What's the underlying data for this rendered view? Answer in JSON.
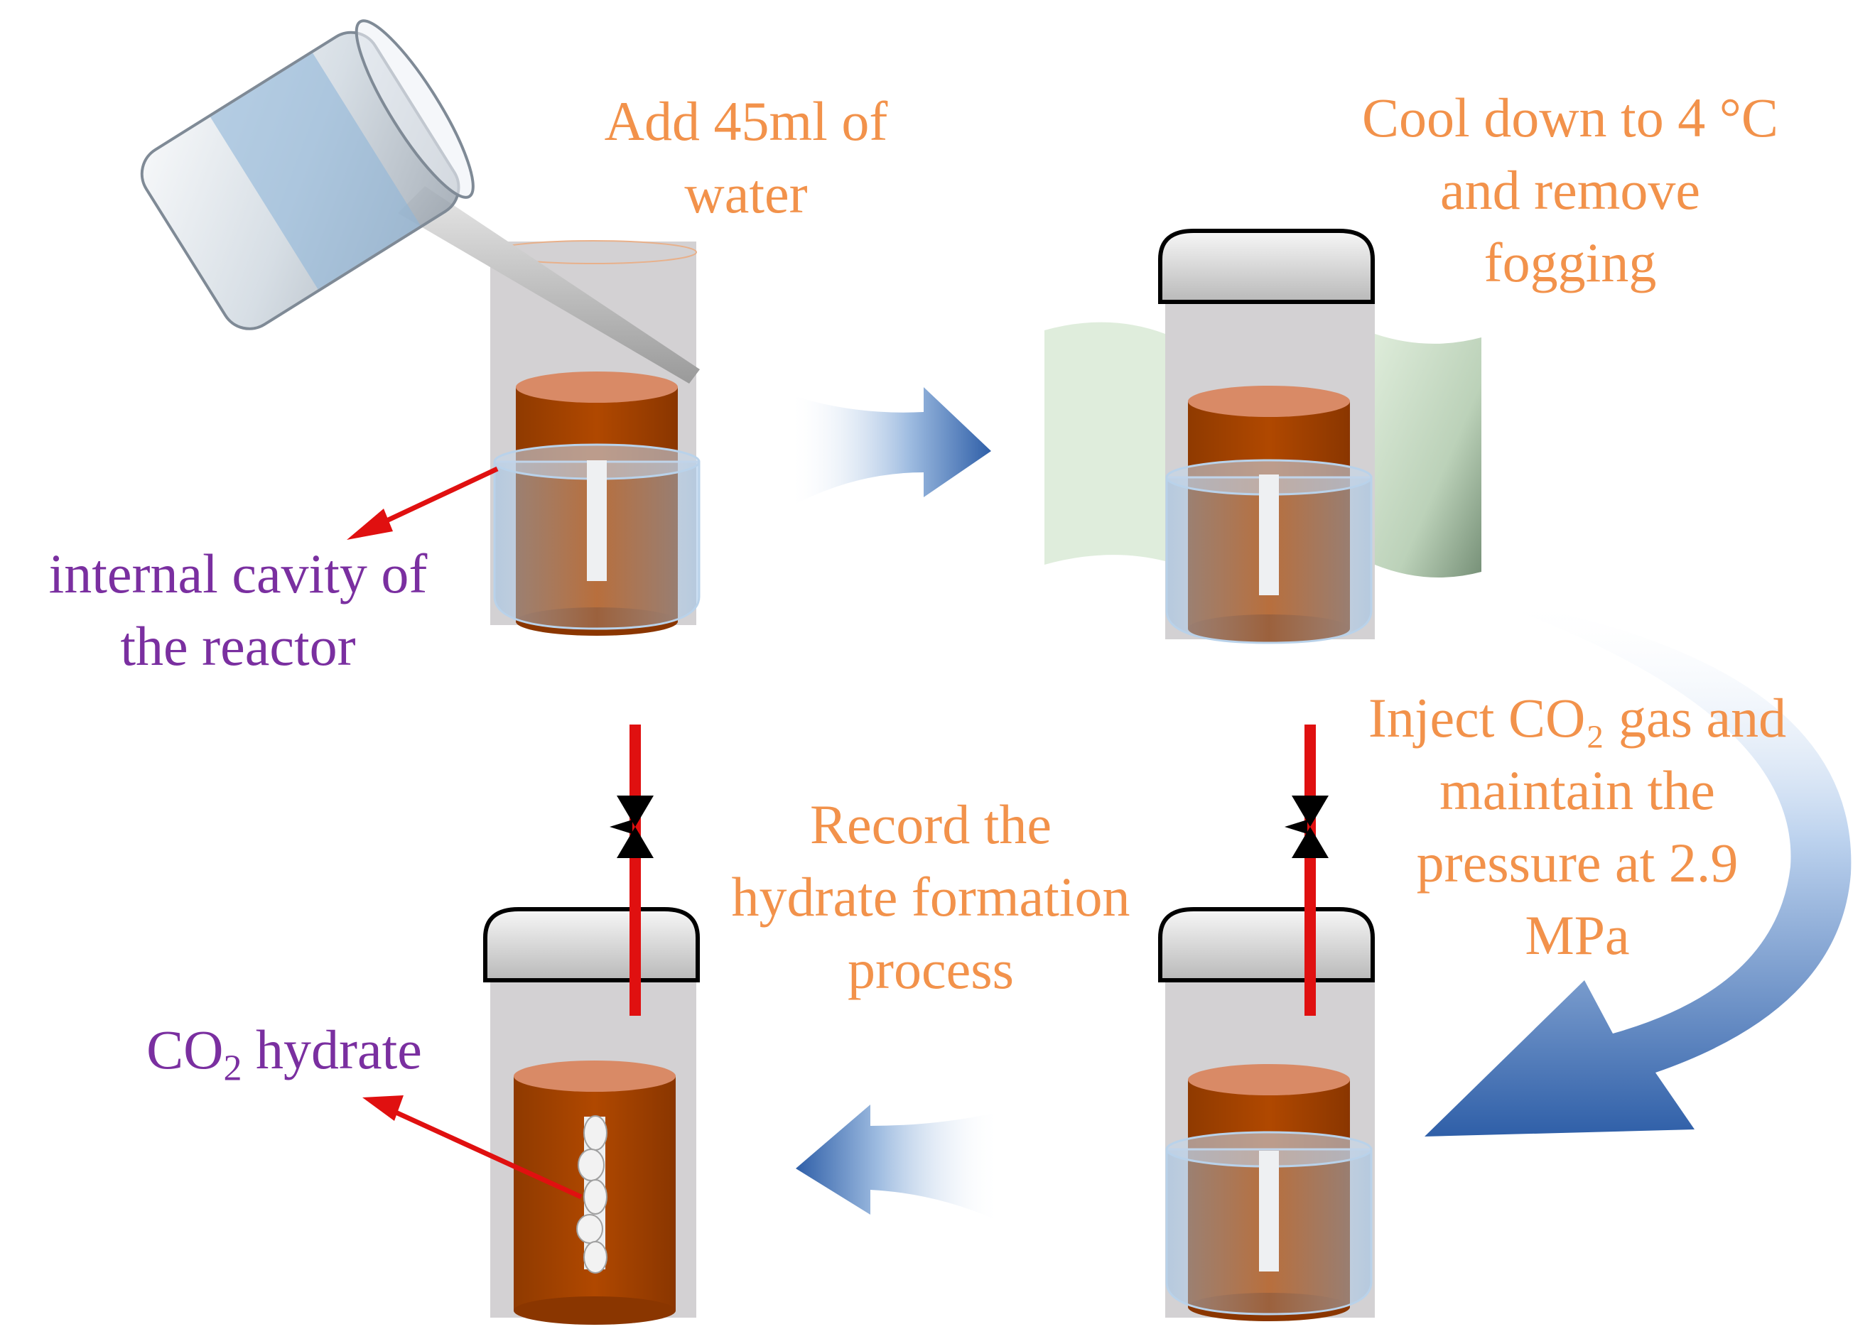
{
  "colors": {
    "step_text": "#f2924b",
    "annotation_text": "#7a2fa0",
    "soil": "#a64400",
    "soil_top": "#d98a66",
    "pointer_arrow": "#e01010",
    "gas_line": "#e01010",
    "flow_arrow": "#2f5fa8",
    "cooling_wrap": "#9fc3a0"
  },
  "steps": {
    "add_water": [
      "Add 45ml of",
      "water"
    ],
    "cool": [
      "Cool down to 4 °C",
      "and remove",
      "fogging"
    ],
    "inject": [
      "Inject CO₂ gas and",
      "maintain the",
      "pressure at 2.9",
      "MPa"
    ],
    "record": [
      "Record the",
      "hydrate formation",
      "process"
    ]
  },
  "annotations": {
    "cavity": [
      "internal cavity of",
      "the reactor"
    ],
    "hydrate_prefix": "CO",
    "hydrate_sub": "2",
    "hydrate_suffix": " hydrate"
  },
  "icons": [
    "beaker-icon",
    "reactor-icon",
    "lid-icon",
    "valve-icon",
    "flow-arrow-icon",
    "pointer-arrow-icon",
    "hydrate-crystal-icon"
  ]
}
